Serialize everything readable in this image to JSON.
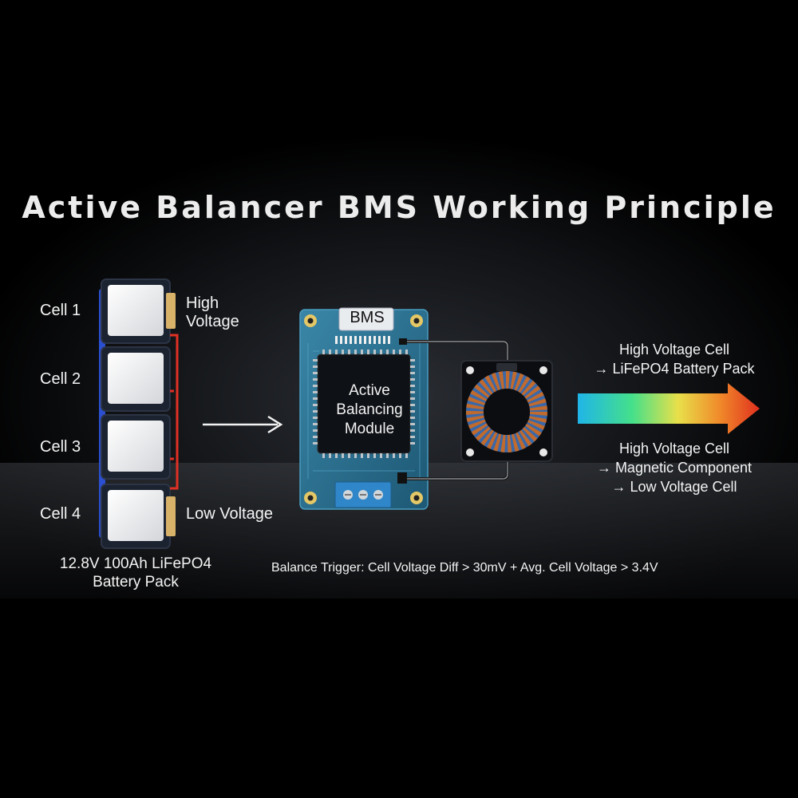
{
  "title": "Active Balancer BMS Working Principle",
  "battery_pack": {
    "cells": [
      "Cell 1",
      "Cell 2",
      "Cell 3",
      "Cell 4"
    ],
    "high_voltage_label": [
      "High",
      "Voltage"
    ],
    "low_voltage_label": "Low Voltage",
    "pack_label": [
      "12.8V 100Ah LiFePO4",
      "Battery Pack"
    ]
  },
  "bms_board": {
    "header_label": "BMS",
    "chip_label": [
      "Active",
      "Balancing",
      "Module"
    ]
  },
  "energy_flow": {
    "top_lines": [
      "High Voltage Cell",
      "→ LiFePO4 Battery Pack"
    ],
    "bottom_lines": [
      "High Voltage Cell",
      "→ Magnetic Component",
      "→ Low Voltage Cell"
    ]
  },
  "balance_trigger": "Balance Trigger: Cell Voltage Diff > 30mV + Avg. Cell Voltage > 3.4V",
  "colors": {
    "background": "#000000",
    "pcb": "#2b6e8f",
    "connector": "#2f86c8",
    "copper": "#c06a2e",
    "wire_red": "#e03124",
    "wire_blue": "#2a4fd0",
    "gradient": [
      "#1fb5e8",
      "#45e08a",
      "#e8e04a",
      "#f08a2a",
      "#e0301e"
    ]
  }
}
